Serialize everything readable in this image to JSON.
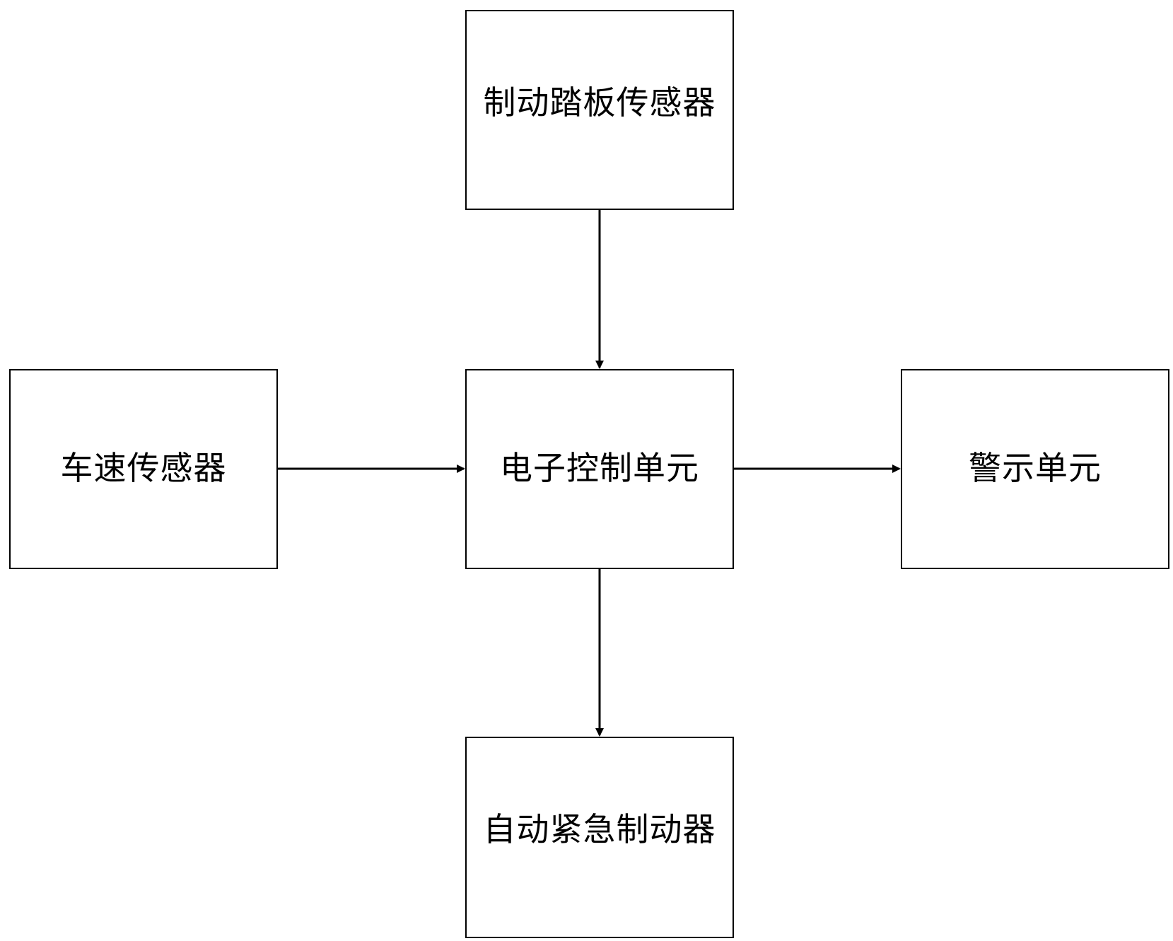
{
  "blocks": {
    "brake_pedal_sensor": "制动踏板传感器",
    "vehicle_speed_sensor": "车速传感器",
    "electronic_control_unit": "电子控制单元",
    "warning_unit": "警示单元",
    "automatic_emergency_brake": "自动紧急制动器"
  },
  "colors": {
    "stroke": "#000000",
    "background": "#ffffff"
  }
}
